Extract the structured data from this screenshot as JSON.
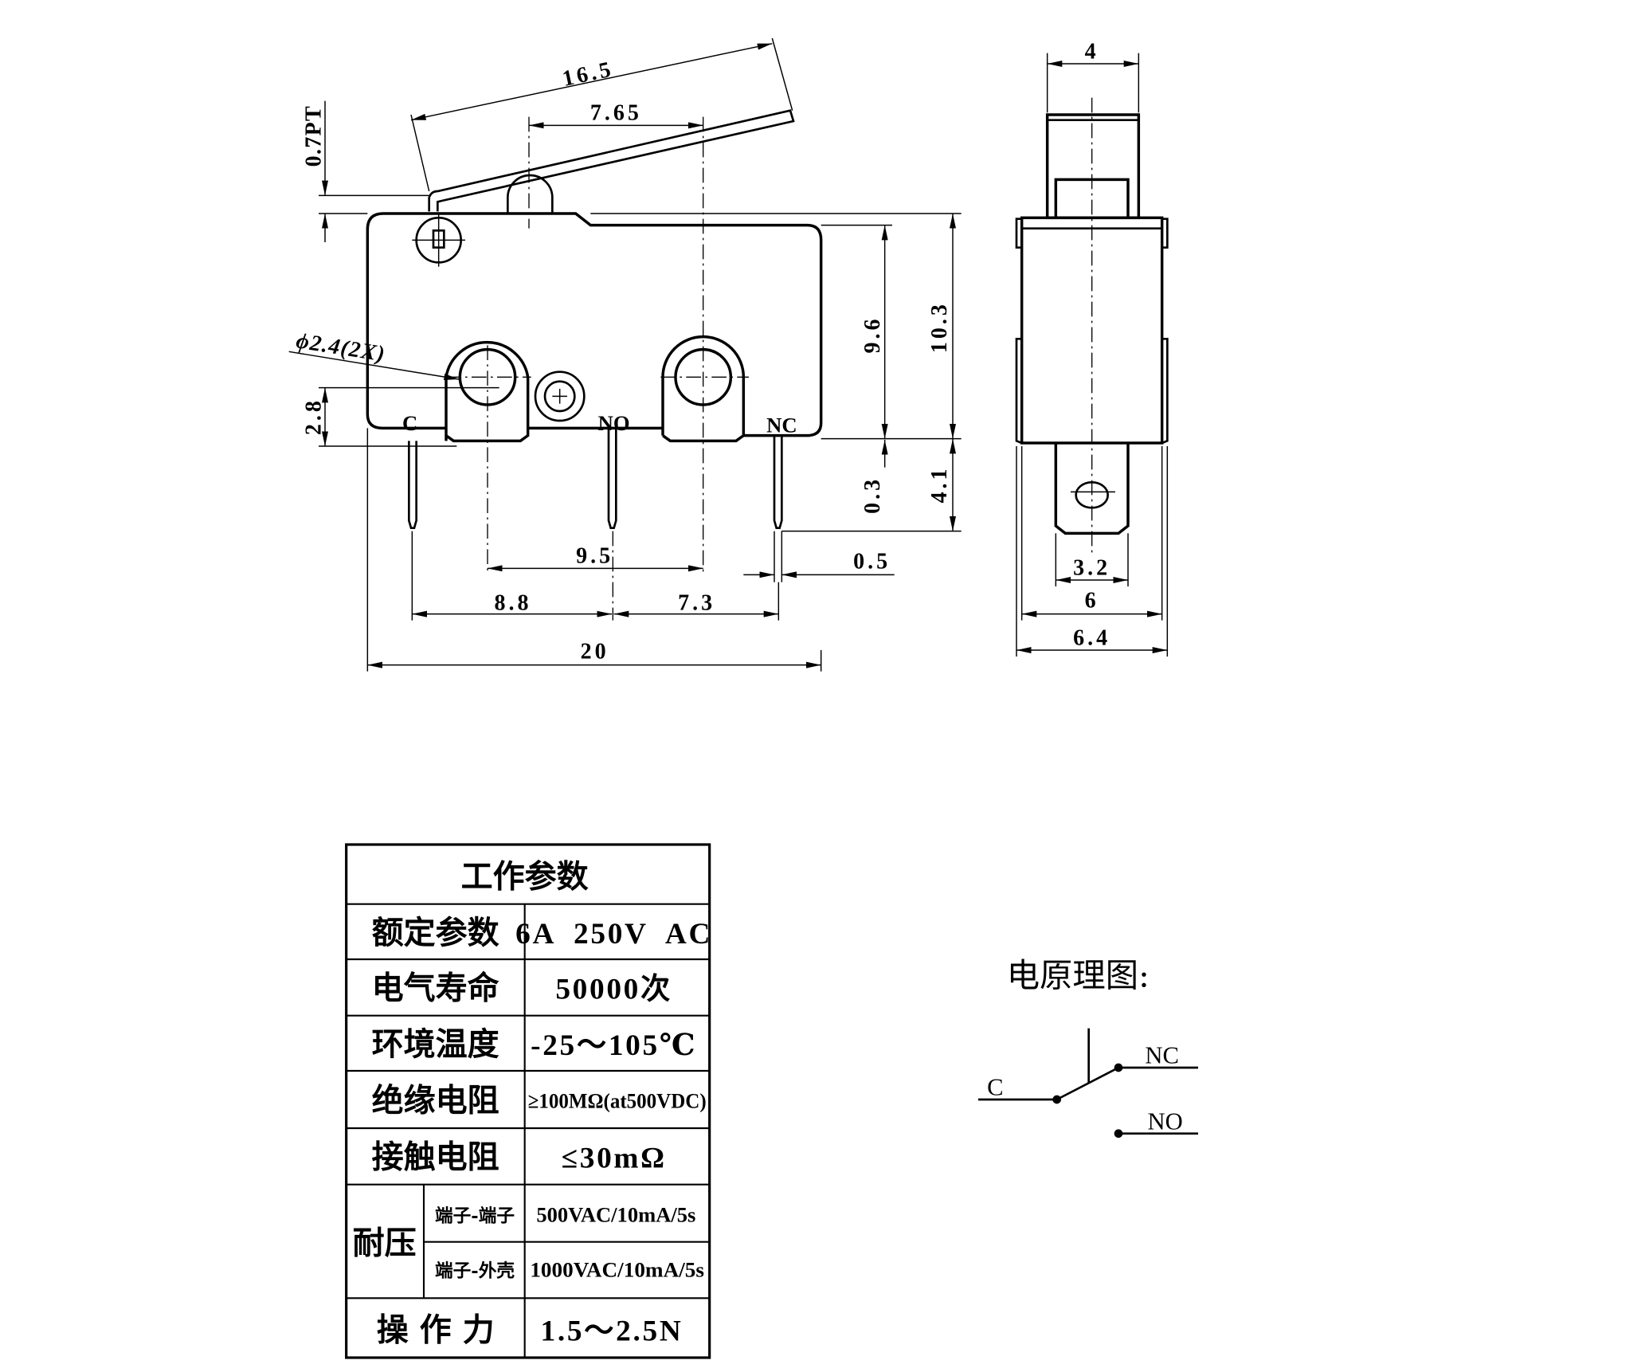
{
  "front_view": {
    "terminals": {
      "c": "C",
      "no": "NO",
      "nc": "NC"
    },
    "dims": {
      "lever_length": "16.5",
      "roller_offset": "7.65",
      "lever_thickness": "0.7PT",
      "hole_diameter": "ϕ2.4(2X)",
      "hole_height": "2.8",
      "body_height": "9.6",
      "total_height": "10.3",
      "tab_offset": "0.3",
      "pin_length": "4.1",
      "hole_spacing": "9.5",
      "pin_width": "0.5",
      "c_to_no": "8.8",
      "no_to_nc": "7.3",
      "body_width": "20"
    }
  },
  "side_view": {
    "dims": {
      "top_width": "4",
      "terminal_width": "3.2",
      "body_width": "6",
      "overall_width": "6.4"
    }
  },
  "spec_table": {
    "title": "工作参数",
    "rows": [
      {
        "label": "额定参数",
        "value": "6A  250V  AC"
      },
      {
        "label": "电气寿命",
        "value": "50000次"
      },
      {
        "label": "环境温度",
        "value": "-25～105℃"
      },
      {
        "label": "绝缘电阻",
        "value": "≥100MΩ(at500VDC)"
      },
      {
        "label": "接触电阻",
        "value": "≤30mΩ"
      }
    ],
    "withstand": {
      "label": "耐压",
      "rows": [
        {
          "label": "端子-端子",
          "value": "500VAC/10mA/5s"
        },
        {
          "label": "端子-外壳",
          "value": "1000VAC/10mA/5s"
        }
      ]
    },
    "force": {
      "label": "操 作 力",
      "value": "1.5～2.5N"
    }
  },
  "schematic": {
    "title": "电原理图:",
    "labels": {
      "c": "C",
      "nc": "NC",
      "no": "NO"
    }
  }
}
